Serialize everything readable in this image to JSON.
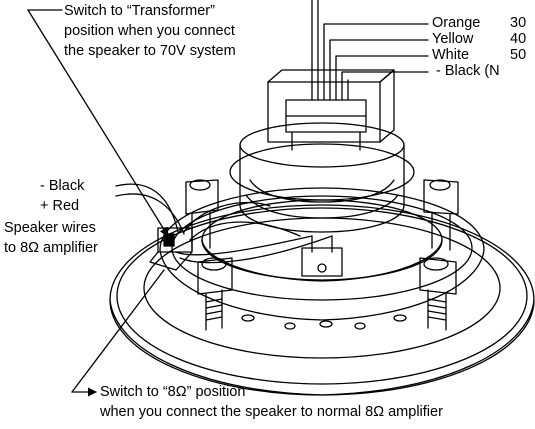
{
  "callouts": {
    "transformer": {
      "line1": "Switch to “Transformer”",
      "line2": "position when you connect",
      "line3": "the speaker to 70V system"
    },
    "eight_ohm": {
      "line1": "Switch to “8Ω” position",
      "line2": "when you connect the speaker to normal 8Ω  amplifier"
    }
  },
  "speaker_wires": {
    "black": "- Black",
    "red": "+ Red",
    "desc1": "Speaker wires",
    "desc2": "to 8Ω amplifier"
  },
  "transformer_taps": [
    {
      "color": "Orange",
      "value": "30"
    },
    {
      "color": "Yellow",
      "value": "40"
    },
    {
      "color": "White",
      "value": "50"
    },
    {
      "color": "- Black (N",
      "value": ""
    }
  ]
}
